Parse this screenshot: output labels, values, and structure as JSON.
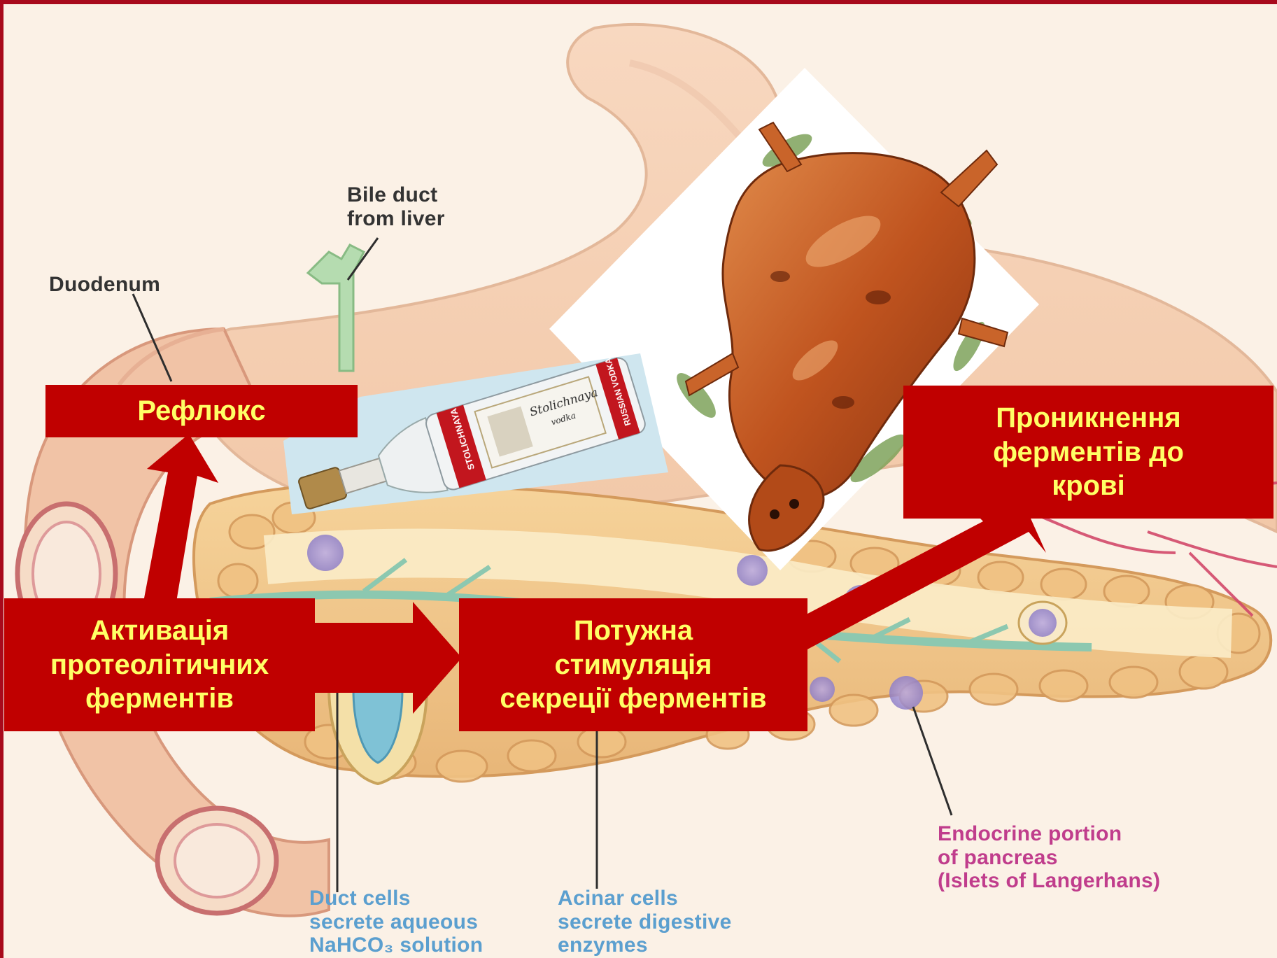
{
  "diagram": {
    "labels": {
      "bile_duct": "Bile duct\nfrom liver",
      "duodenum": "Duodenum",
      "duct_cells": "Duct cells\nsecrete aqueous\nNaHCO₃ solution",
      "acinar_cells": "Acinar cells\nsecrete digestive\nenzymes",
      "endocrine": "Endocrine portion\nof pancreas\n(Islets of Langerhans)"
    },
    "boxes": {
      "reflux": "Рефлюкс",
      "activation": "Активація\nпротеолітичних\nферментів",
      "stimulation": "Потужна\nстимуляція\nсекреції ферментів",
      "penetration": "Проникнення\nферментів до\nкрові"
    },
    "bottle": {
      "brand": "STOLICHNAYA",
      "script": "Stolichnaya",
      "sub": "vodka",
      "type": "RUSSIAN VODKA"
    },
    "colors": {
      "box_fill": "#c00000",
      "box_text": "#ffff66",
      "frame": "#a80a1c",
      "duct_label": "#5b9fcf",
      "endocrine_label": "#c03d8c"
    }
  }
}
